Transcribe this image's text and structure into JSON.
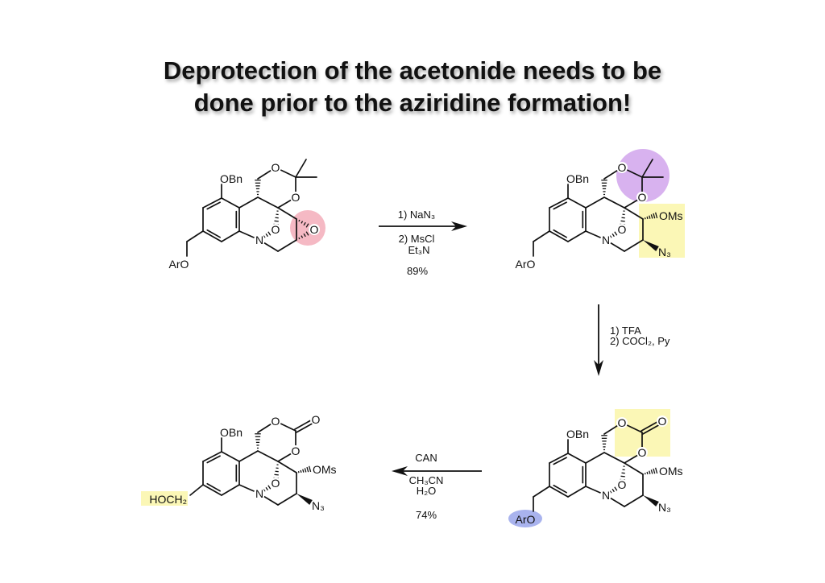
{
  "title": {
    "line1": "Deprotection of the acetonide needs to be",
    "line2": "done prior to the aziridine formation!"
  },
  "atoms": {
    "O": "O",
    "N": "N"
  },
  "groups": {
    "obn": "OBn",
    "aro": "ArO",
    "oms": "OMs",
    "n3": "N₃",
    "hoch2": "HOCH₂"
  },
  "steps": [
    {
      "reagent1": "1) NaN₃",
      "reagent2": "2) MsCl",
      "reagent3": "Et₃N",
      "yield": "89%"
    },
    {
      "reagent1": "1) TFA",
      "reagent2": "2) COCl₂, Py"
    },
    {
      "reagent1": "CAN",
      "reagent2": "CH₃CN",
      "reagent3": "H₂O",
      "yield": "74%"
    }
  ],
  "highlight_colors": {
    "epoxide": "#f5b9c4",
    "acetonide": "#d8b2ef",
    "yellow": "#fbf7b6",
    "aro": "#a9b3ee"
  }
}
